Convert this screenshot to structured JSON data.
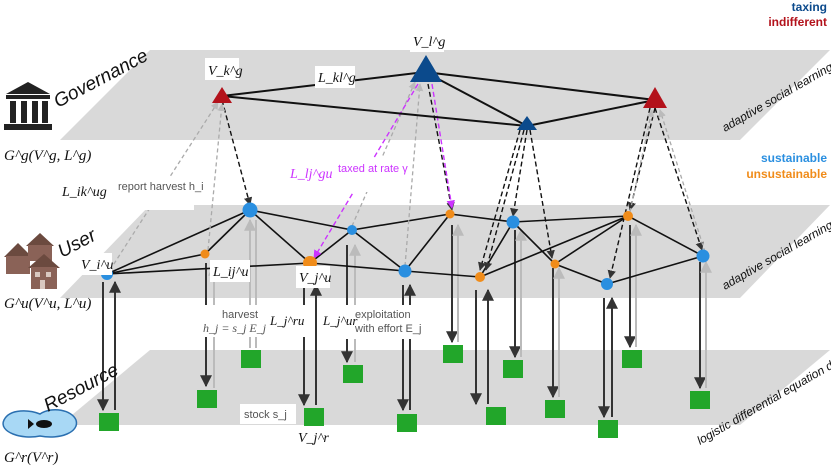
{
  "legend": {
    "taxing": "taxing",
    "indifferent": "indifferent",
    "sustainable": "sustainable",
    "unsustainable": "unsustainable",
    "colors": {
      "taxing": "#0b4a8c",
      "indifferent": "#b3121b",
      "sustainable": "#2a8fe0",
      "unsustainable": "#f08c1a",
      "resource": "#22a62a"
    }
  },
  "layers": {
    "governance": {
      "title": "Governance",
      "graph": "G^g(V^g, L^g)",
      "side": "adaptive social learning"
    },
    "user": {
      "title": "User",
      "graph": "G^u(V^u, L^u)",
      "side": "adaptive social learning"
    },
    "resource": {
      "title": "Resource",
      "graph": "G^r(V^r)",
      "side": "logistic differential equation dynamics"
    }
  },
  "node_labels": {
    "vk_g": "V_k^g",
    "vl_g": "V_l^g",
    "lkl_g": "L_kl^g",
    "vi_u": "V_i^u",
    "vj_u": "V_j^u",
    "lij_u": "L_ij^u",
    "vj_r": "V_j^r"
  },
  "annotations": {
    "l_ik_ug": "L_ik^ug",
    "report_harvest": "report harvest h_i",
    "l_lj_gu": "L_lj^gu",
    "taxed_at_rate": "taxed at rate γ",
    "harvest": "harvest",
    "harvest_eq": "h_j = s_j E_j",
    "l_j_ru": "L_j^ru",
    "l_j_ur": "L_j^ur",
    "exploitation": "exploitation",
    "with_effort": "with effort E_j",
    "stock": "stock s_j"
  }
}
